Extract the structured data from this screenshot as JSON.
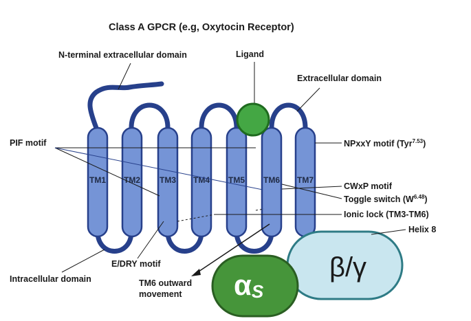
{
  "title": "Class A GPCR (e.g, Oxytocin Receptor)",
  "labels": {
    "n_terminal": "N-terminal extracellular domain",
    "ligand": "Ligand",
    "extracellular": "Extracellular domain",
    "pif": "PIF motif",
    "npxxy_main": "NPxxY motif (Tyr",
    "npxxy_sup": "7.53",
    "npxxy_end": ")",
    "cwxp": "CWxP motif",
    "toggle_main": "Toggle switch (W",
    "toggle_sup": "6.48",
    "toggle_end": ")",
    "ionic": "Ionic lock (TM3-TM6)",
    "helix8": "Helix 8",
    "intracellular": "Intracellular domain",
    "edry": "E/DRY motif",
    "tm6_move_1": "TM6 outward",
    "tm6_move_2": "movement",
    "alpha_main": "α",
    "alpha_sub": "S",
    "beta_gamma": "β/γ"
  },
  "helices": [
    "TM1",
    "TM2",
    "TM3",
    "TM4",
    "TM5",
    "TM6",
    "TM7"
  ],
  "colors": {
    "helix_fill": "#7594d6",
    "helix_stroke": "#27408b",
    "ligand_fill": "#44a744",
    "ligand_stroke": "#1f6b1f",
    "alpha_fill": "#46953a",
    "alpha_stroke": "#2a5e22",
    "betagamma_fill": "#c9e6ef",
    "betagamma_stroke": "#2e7b85"
  }
}
